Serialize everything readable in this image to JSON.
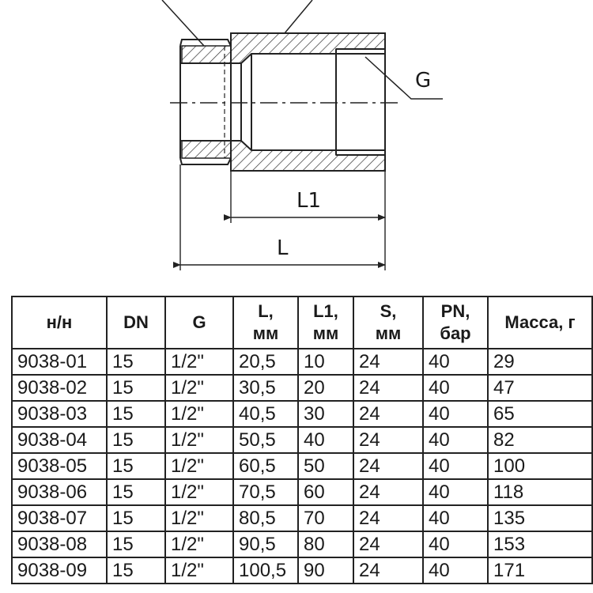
{
  "drawing": {
    "labels": {
      "g": "G",
      "l1": "L1",
      "l": "L"
    }
  },
  "table": {
    "headers": [
      {
        "line1": "н/н",
        "line2": ""
      },
      {
        "line1": "DN",
        "line2": ""
      },
      {
        "line1": "G",
        "line2": ""
      },
      {
        "line1": "L,",
        "line2": "мм"
      },
      {
        "line1": "L1,",
        "line2": "мм"
      },
      {
        "line1": "S,",
        "line2": "мм"
      },
      {
        "line1": "PN,",
        "line2": "бар"
      },
      {
        "line1": "Масса, г",
        "line2": ""
      }
    ],
    "rows": [
      [
        "9038-01",
        "15",
        "1/2\"",
        "20,5",
        "10",
        "24",
        "40",
        "29"
      ],
      [
        "9038-02",
        "15",
        "1/2\"",
        "30,5",
        "20",
        "24",
        "40",
        "47"
      ],
      [
        "9038-03",
        "15",
        "1/2\"",
        "40,5",
        "30",
        "24",
        "40",
        "65"
      ],
      [
        "9038-04",
        "15",
        "1/2\"",
        "50,5",
        "40",
        "24",
        "40",
        "82"
      ],
      [
        "9038-05",
        "15",
        "1/2\"",
        "60,5",
        "50",
        "24",
        "40",
        "100"
      ],
      [
        "9038-06",
        "15",
        "1/2\"",
        "70,5",
        "60",
        "24",
        "40",
        "118"
      ],
      [
        "9038-07",
        "15",
        "1/2\"",
        "80,5",
        "70",
        "24",
        "40",
        "135"
      ],
      [
        "9038-08",
        "15",
        "1/2\"",
        "90,5",
        "80",
        "24",
        "40",
        "153"
      ],
      [
        "9038-09",
        "15",
        "1/2\"",
        "100,5",
        "90",
        "24",
        "40",
        "171"
      ]
    ]
  }
}
